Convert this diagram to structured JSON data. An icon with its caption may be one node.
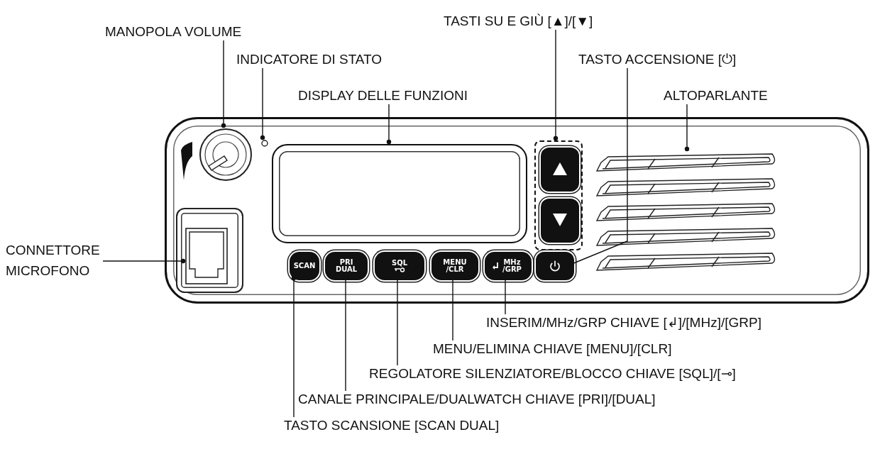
{
  "diagram": {
    "nodes": [
      {
        "text": [
          "MANOPOLA VOLUME"
        ]
      },
      {
        "text": [
          "INDICATORE DI STATO"
        ]
      },
      {
        "text": [
          "DISPLAY DELLE FUNZIONI"
        ]
      },
      {
        "text": [
          "TASTI SU E GIÙ [▲]/[▼]"
        ]
      },
      {
        "text": [
          "TASTO ACCENSIONE [⏻]"
        ]
      },
      {
        "text": [
          "ALTOPARLANTE"
        ]
      },
      {
        "text": [
          "CONNETTORE MICROFONO"
        ]
      },
      {
        "text": [
          "INSERIM/MHz/GRP CHIAVE [↲]/[MHz]/[GRP]"
        ]
      },
      {
        "text": [
          "MENU/ELIMINA CHIAVE [MENU]/[CLR]"
        ]
      },
      {
        "text": [
          "REGOLATORE SILENZIATORE/BLOCCO CHIAVE [SQL]/[⊸]"
        ]
      },
      {
        "text": [
          "CANALE PRINCIPALE/DUALWATCH CHIAVE [PRI]/[DUAL]"
        ]
      },
      {
        "text": [
          "TASTO SCANSIONE [SCAN DUAL]"
        ]
      },
      {
        "text": [],
        "shape": "box"
      },
      {
        "text": [],
        "shape": "circle",
        "in": 12
      },
      {
        "text": [],
        "shape": "circle",
        "in": 12
      },
      {
        "text": [],
        "shape": "box",
        "in": 12
      },
      {
        "text": [],
        "shape": "box",
        "in": 12
      },
      {
        "text": [],
        "shape": "box",
        "in": 16
      },
      {
        "text": [],
        "shape": "box",
        "in": 16
      },
      {
        "text": [],
        "shape": "box",
        "in": 12
      },
      {
        "text": [],
        "shape": "picture",
        "in": 12
      },
      {
        "text": [],
        "shape": "box",
        "in": 12
      },
      {
        "text": [
          "SCAN"
        ],
        "in": 12
      },
      {
        "text": [
          "PRI DUAL"
        ],
        "in": 12
      },
      {
        "text": [
          "SQL"
        ],
        "in": 12
      },
      {
        "text": [
          "MENU /CLR"
        ],
        "in": 12
      },
      {
        "text": [
          "MHz /GRP"
        ],
        "in": 12
      }
    ],
    "edges": [
      {
        "from": 0,
        "to": 13,
        "arrow": "other"
      },
      {
        "from": 1,
        "to": 14,
        "arrow": "other"
      },
      {
        "from": 2,
        "to": 15,
        "arrow": "other"
      },
      {
        "from": 3,
        "to": 16,
        "arrow": "other"
      },
      {
        "from": 4,
        "to": 19,
        "arrow": "other"
      },
      {
        "from": 5,
        "to": 20,
        "arrow": "other"
      },
      {
        "from": 6,
        "to": 21,
        "arrow": "other"
      },
      {
        "from": 7,
        "to": 26,
        "arrow": "other"
      },
      {
        "from": 8,
        "to": 25,
        "arrow": "other"
      },
      {
        "from": 9,
        "to": 24,
        "arrow": "other"
      },
      {
        "from": 10,
        "to": 23,
        "arrow": "other"
      },
      {
        "from": 11,
        "to": 22,
        "arrow": "other"
      }
    ]
  }
}
